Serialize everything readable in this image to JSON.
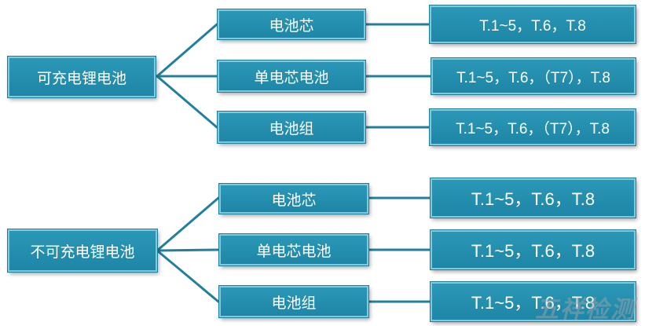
{
  "groups": [
    {
      "root": "可充电锂电池",
      "items": [
        {
          "label": "电池芯",
          "standards": "T.1~5，T.6，T.8"
        },
        {
          "label": "单电芯电池",
          "standards": "T.1~5，T.6，（T7），T.8"
        },
        {
          "label": "电池组",
          "standards": "T.1~5，T.6，（T7），T.8"
        }
      ]
    },
    {
      "root": "不可充电锂电池",
      "items": [
        {
          "label": "电池芯",
          "standards": "T.1~5，T.6，T.8"
        },
        {
          "label": "单电芯电池",
          "standards": "T.1~5，T.6，T.8"
        },
        {
          "label": "电池组",
          "standards": "T.1~5，T.6，T.8"
        }
      ]
    }
  ],
  "watermark": "五祥检测"
}
